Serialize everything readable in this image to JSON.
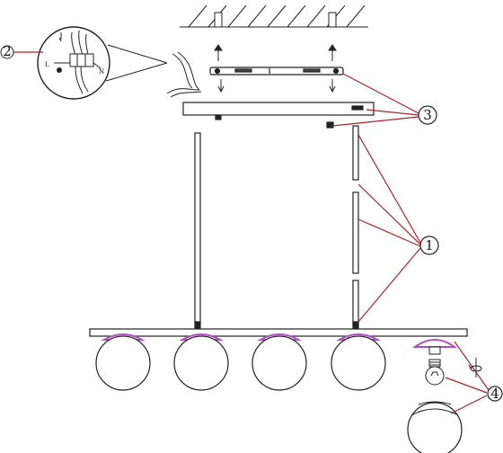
{
  "callouts": {
    "c1": "1",
    "c2": "2",
    "c3": "3",
    "c4": "4"
  },
  "wiring": {
    "l_label": "L",
    "n_label": "N"
  },
  "colors": {
    "line": "#222222",
    "leader": "#b0202a",
    "shade_rim": "#b050c0"
  },
  "icons": {
    "ceiling": "hatched-ceiling",
    "screw": "screw-icon",
    "rotate": "rotate-arrow-icon",
    "bulb": "bulb-icon",
    "ground": "ground-icon"
  }
}
